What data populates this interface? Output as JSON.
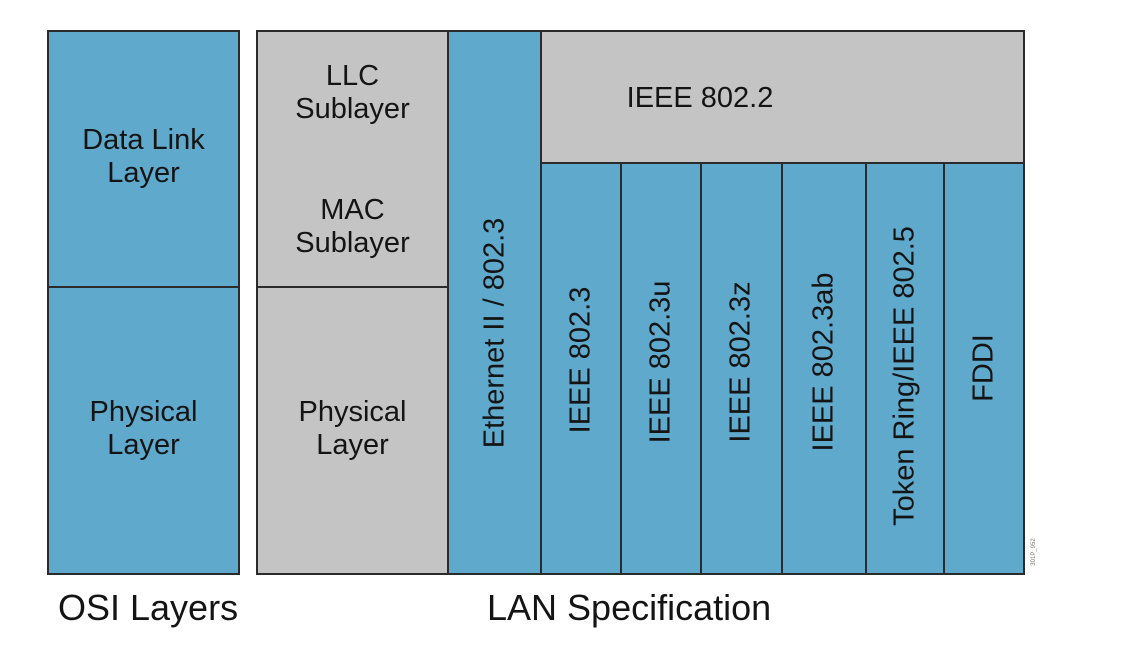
{
  "osi": {
    "data_link": "Data Link\nLayer",
    "physical": "Physical\nLayer",
    "caption": "OSI Layers"
  },
  "lan": {
    "llc": "LLC\nSublayer",
    "mac": "MAC\nSublayer",
    "physical": "Physical\nLayer",
    "ethernet": "Ethernet II / 802.3",
    "ieee_802_2": "IEEE 802.2",
    "standards": [
      "IEEE 802.3",
      "IEEE 802.3u",
      "IEEE 802.3z",
      "IEEE 802.3ab",
      "Token Ring/IEEE 802.5",
      "FDDI"
    ],
    "caption": "LAN Specification"
  },
  "figure_id": "301P_952",
  "colors": {
    "blue": "#5fa9cc",
    "gray": "#c4c4c4",
    "border": "#2b2b2b"
  }
}
